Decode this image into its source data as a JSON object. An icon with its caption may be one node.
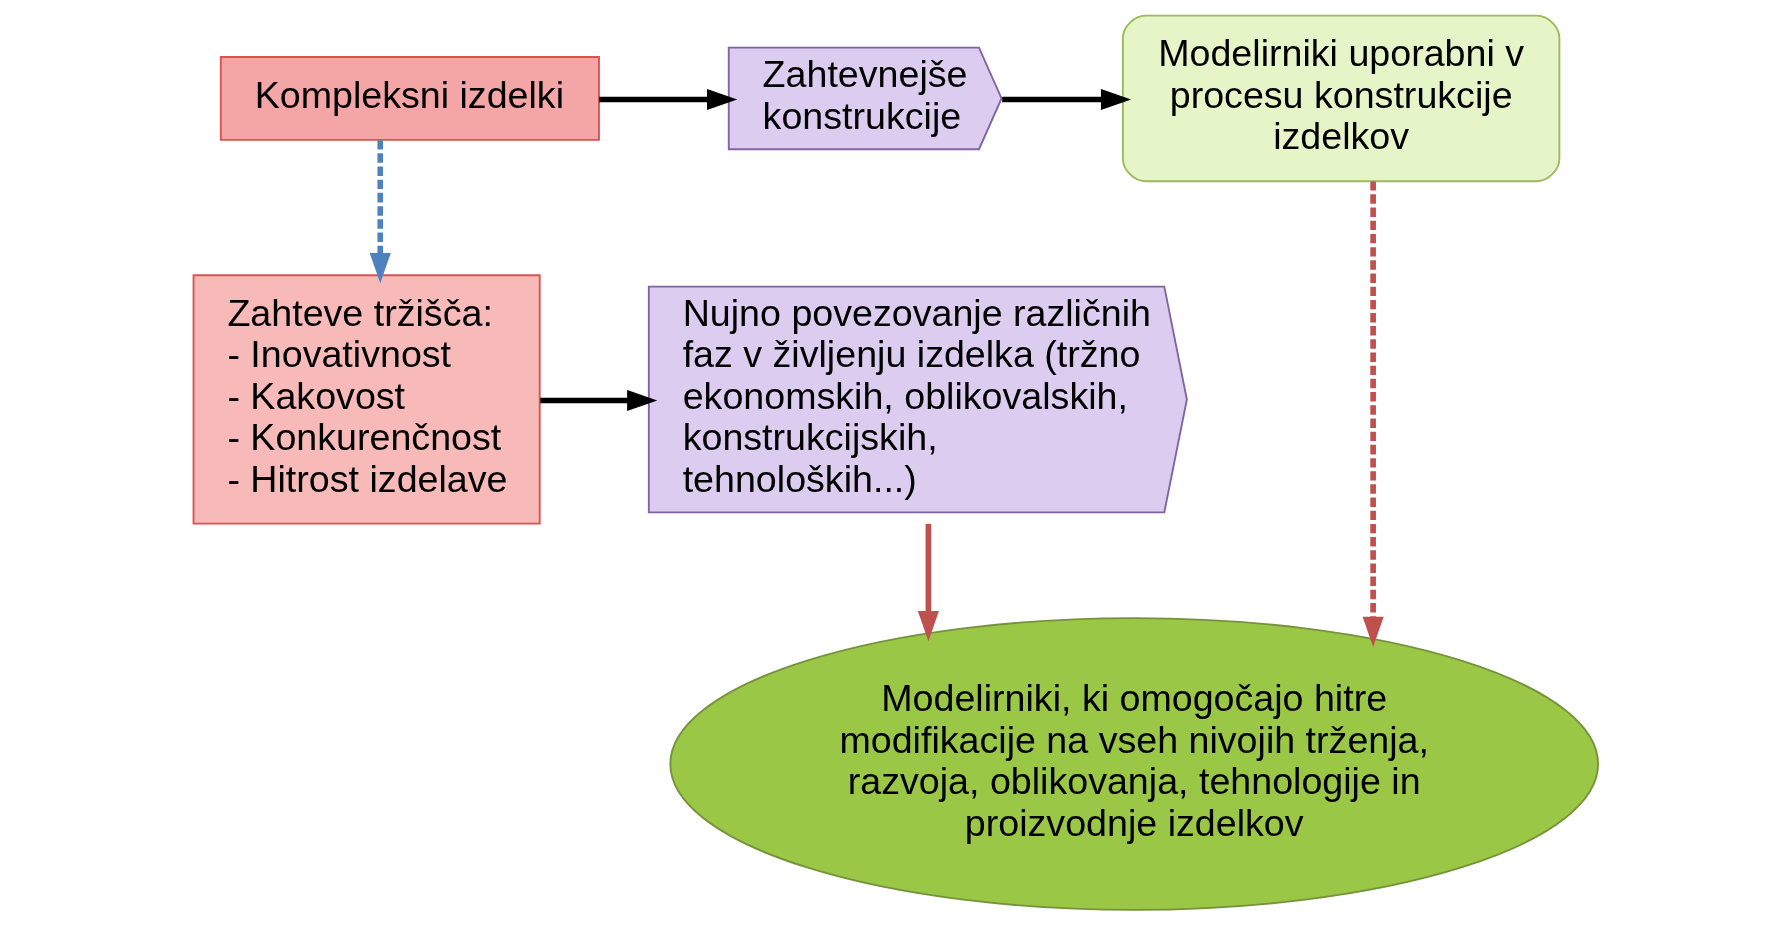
{
  "diagram": {
    "nodes": [
      {
        "text": [
          "Kompleksni izdelki"
        ]
      },
      {
        "text": [
          "Zahtevnejše konstrukcije"
        ]
      },
      {
        "text": [
          "Modelirniki uporabni v procesu konstrukcije izdelkov"
        ]
      },
      {
        "text": [
          "Zahteve tržišča:",
          "- Inovativnost",
          "- Kakovost",
          "- Konkurenčnost",
          "- Hitrost izdelave"
        ]
      },
      {
        "text": [
          "Nujno povezovanje različnih faz v življenju izdelka (tržno ekonomskih, oblikovalskih, konstrukcijskih, tehnoloških...)"
        ]
      },
      {
        "text": [
          "Modelirniki, ki omogočajo hitre modifikacije na vseh nivojih trženja, razvoja, oblikovanja, tehnologije in proizvodnje izdelkov"
        ]
      }
    ],
    "edges": [
      {
        "from": 0,
        "to": 1,
        "arrow": "to"
      },
      {
        "from": 1,
        "to": 2,
        "arrow": "to"
      },
      {
        "from": 0,
        "to": 3,
        "arrow": "to",
        "style": "dashed",
        "color": "#4f81bd"
      },
      {
        "from": 3,
        "to": 4,
        "arrow": "to"
      },
      {
        "from": 4,
        "to": 5,
        "arrow": "to",
        "color": "#c0504d"
      },
      {
        "from": 2,
        "to": 5,
        "arrow": "to",
        "style": "dashed",
        "color": "#c0504d"
      }
    ]
  }
}
